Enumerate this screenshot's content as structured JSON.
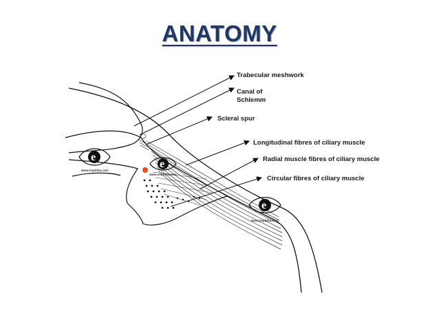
{
  "slide": {
    "title": "ANATOMY"
  },
  "labels": {
    "trabecular": "Trabecular meshwork",
    "canal_line1": "Canal of",
    "canal_line2": "Schlemm",
    "scleral_spur": "Scleral spur",
    "longitudinal": "Longitudinal fibres of ciliary muscle",
    "radial": "Radial muscle fibres of ciliary muscle",
    "circular": "Circular fibres of ciliary muscle"
  },
  "watermark": {
    "url": "www.eophtha.com",
    "letter": "e"
  },
  "colors": {
    "title": "#1f3864",
    "ink": "#111111",
    "badge_orange": "#e8501a"
  }
}
